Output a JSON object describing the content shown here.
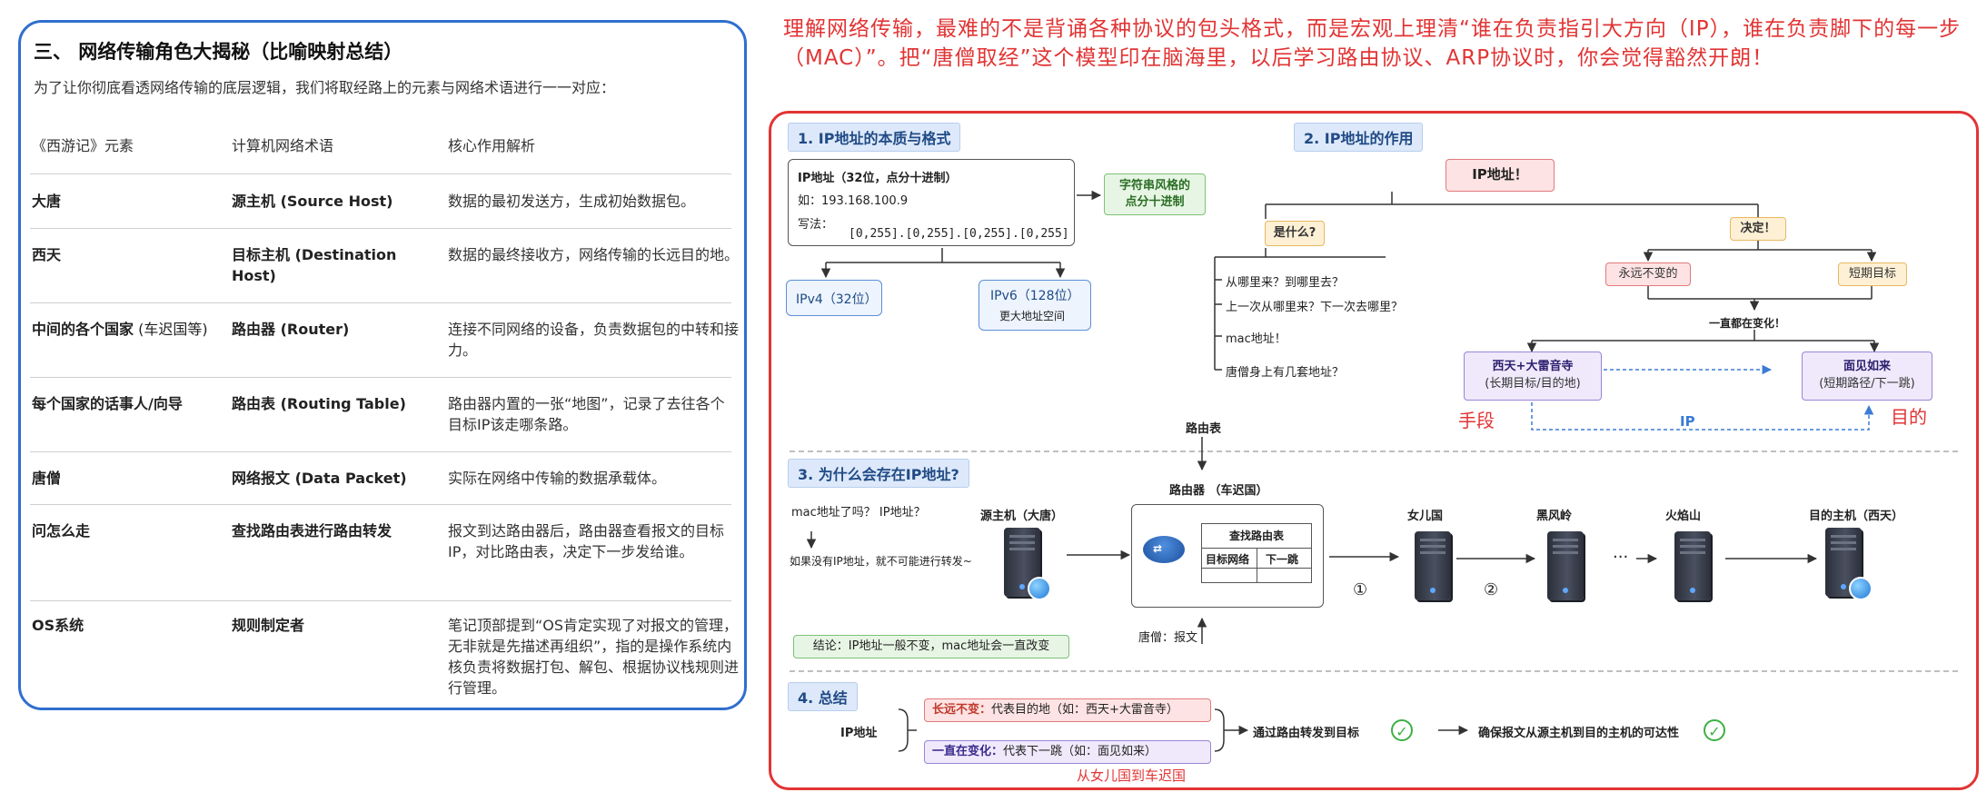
{
  "left": {
    "title": "三、 网络传输角色大揭秘（比喻映射总结）",
    "intro": "为了让你彻底看透网络传输的底层逻辑，我们将取经路上的元素与网络术语进行一一对应：",
    "headers": [
      "《西游记》元素",
      "计算机网络术语",
      "核心作用解析"
    ],
    "rows": [
      {
        "a": "大唐",
        "a_sub": "",
        "b": "源主机 (Source Host)",
        "c": "数据的最初发送方，生成初始数据包。"
      },
      {
        "a": "西天",
        "a_sub": "",
        "b": "目标主机 (Destination Host)",
        "c": "数据的最终接收方，网络传输的长远目的地。"
      },
      {
        "a": "中间的各个国家",
        "a_sub": " (车迟国等)",
        "b": "路由器 (Router)",
        "c": "连接不同网络的设备，负责数据包的中转和接力。"
      },
      {
        "a": "每个国家的话事人/向导",
        "a_sub": "",
        "b": "路由表 (Routing Table)",
        "c": "路由器内置的一张“地图”，记录了去往各个目标IP该走哪条路。"
      },
      {
        "a": "唐僧",
        "a_sub": "",
        "b": "网络报文 (Data Packet)",
        "c": "实际在网络中传输的数据承载体。"
      },
      {
        "a": "问怎么走",
        "a_sub": "",
        "b": "查找路由表进行路由转发",
        "c": "报文到达路由器后，路由器查看报文的目标IP，对比路由表，决定下一步发给谁。"
      },
      {
        "a": "OS系统",
        "a_sub": "",
        "b": "规则制定者",
        "c": "笔记顶部提到“OS肯定实现了对报文的管理，无非就是先描述再组织”，指的是操作系统内核负责将数据打包、解包、根据协议栈规则进行管理。"
      }
    ]
  },
  "note": "理解网络传输，最难的不是背诵各种协议的包头格式，而是宏观上理清“谁在负责指引大方向（IP），谁在负责脚下的每一步（MAC）”。把“唐僧取经”这个模型印在脑海里，以后学习路由协议、ARP协议时，你会觉得豁然开朗！",
  "s1": {
    "title": "1. IP地址的本质与格式",
    "line1": "IP地址（32位，点分十进制）",
    "line2": "如：193.168.100.9",
    "line3": "写法：",
    "format": "[0,255].[0,255].[0,255].[0,255]",
    "str_label": "字符串风格的\n点分十进制",
    "ipv4": "IPv4（32位）",
    "ipv6": "IPv6（128位）",
    "ipv6_sub": "更大地址空间"
  },
  "s2": {
    "title": "2. IP地址的作用",
    "root": "IP地址！",
    "what": "是什么?",
    "decide": "决定！",
    "q1": "从哪里来？到哪里去？",
    "q2": "上一次从哪里来？下一次去哪里？",
    "q3": "mac地址！",
    "q4": "唐僧身上有几套地址？",
    "forever": "永远不变的",
    "short": "短期目标",
    "changing": "一直都在变化！",
    "west": "西天+大雷音寺",
    "west_sub": "(长期目标/目的地)",
    "meet": "面见如来",
    "meet_sub": "(短期路径/下一跳)",
    "hand_means": "手段",
    "hand_goal": "目的",
    "ip": "IP"
  },
  "s3": {
    "title": "3. 为什么会存在IP地址?",
    "q": "mac地址了吗？ IP地址？",
    "ans": "如果没有IP地址，就不可能进行转发~",
    "route_table_label": "路由表",
    "src": "源主机（大唐）",
    "router": "路由器 （车迟国）",
    "lookup": "查找路由表",
    "col1": "目标网络",
    "col2": "下一跳",
    "nv": "女儿国",
    "hf": "黑风岭",
    "hy": "火焰山",
    "dst": "目的主机（西天）",
    "n1": "①",
    "n2": "②",
    "dots": "···",
    "monk": "唐僧：报文",
    "conclusion": "结论：IP地址一般不变，mac地址会一直改变"
  },
  "s4": {
    "title": "4. 总结",
    "ip": "IP地址",
    "forever_label": "长远不变：",
    "forever_text": "代表目的地（如：西天+大雷音寺）",
    "change_label": "一直在变化：",
    "change_text": "代表下一跳（如：面见如来）",
    "step1": "通过路由转发到目标",
    "step2": "确保报文从源主机到目的主机的可达性",
    "hand_note": "从女儿国到车迟国"
  }
}
